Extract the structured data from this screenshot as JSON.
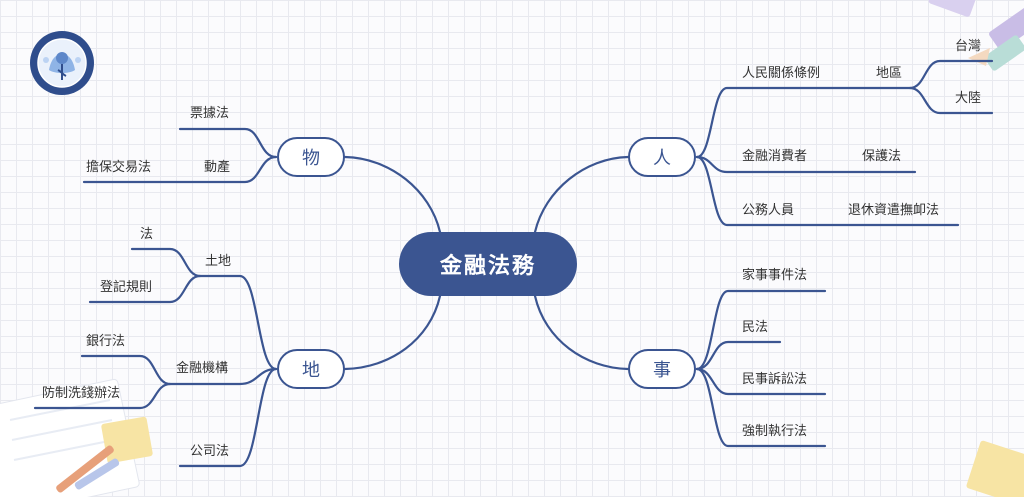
{
  "center": "金融法務",
  "branches": {
    "ren": "人",
    "wu": "物",
    "di": "地",
    "shi": "事"
  },
  "ren": {
    "item1": "人民關係條例",
    "item1_sub": "地區",
    "item1_sub_a": "台灣",
    "item1_sub_b": "大陸",
    "item2": "金融消費者",
    "item2_sub": "保護法",
    "item3": "公務人員",
    "item3_sub": "退休資遣撫卹法"
  },
  "wu": {
    "item1": "票據法",
    "item2": "動產",
    "item2_sub": "擔保交易法"
  },
  "di": {
    "item1": "土地",
    "item1_a": "法",
    "item1_b": "登記規則",
    "item2": "金融機構",
    "item2_a": "銀行法",
    "item2_b": "防制洗錢辦法",
    "item3": "公司法"
  },
  "shi": {
    "item1": "家事事件法",
    "item2": "民法",
    "item3": "民事訴訟法",
    "item4": "強制執行法"
  },
  "colors": {
    "primary": "#3b5591",
    "line": "#3b5591",
    "text": "#333333"
  },
  "decorations": {
    "logo": "medical-emblem-icon",
    "top_right": "pencils-decoration",
    "bottom_left": "notebook-decoration",
    "bottom_right": "sticky-note-decoration"
  }
}
